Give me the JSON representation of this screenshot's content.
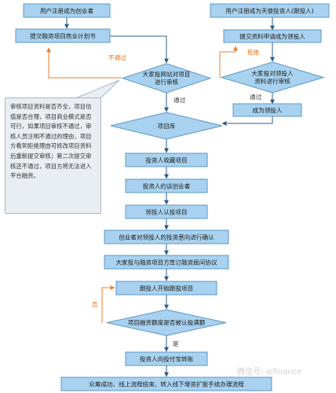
{
  "colors": {
    "box_fill": "#a8d2ef",
    "box_stroke": "#5b98c8",
    "arrow": "#2d5f86",
    "reject_arrow": "#f07d2a",
    "reject_text": "#e36c0a",
    "note_bg": "#e9eef3"
  },
  "nodes": {
    "n1": "用户注册成为创业者",
    "n2": "提交融资项目商业计划书",
    "n3_line1": "大家投网站对项目",
    "n3_line2": "进行审核",
    "n4": "项目库",
    "n5": "投资人收藏项目",
    "n6": "投资人约谈创业者",
    "n7": "领投人认投项目",
    "n8": "创业者对领投人的投资意向进行确认",
    "n9": "大家投与融资项目方签订融资居间协议",
    "n10": "跟投人开始跟投项目",
    "n11": "项目融资额度是否被认投满额",
    "n12": "投资人向投付宝转账",
    "n13": "众筹成功、线上流程结束、转入线下增资扩股手续办理流程",
    "r1": "用户注册成为天使投资人(跟投人)",
    "r2": "提交资料申请成为领投人",
    "r3_line1": "大家投对领投人",
    "r3_line2": "资料进行审核",
    "r4": "成为领投人"
  },
  "edge_labels": {
    "reject1": "不通过",
    "pass1": "通过",
    "reject2": "拒绝",
    "pass2": "通过",
    "no": "否",
    "yes": "是"
  },
  "note": {
    "text": "审核项目资料是否齐全，项目估值是否合理，项目商业模式是否可行，如果项目审核不通过，审核人员注明不通过的理由，项目方看到拒绝理由可修改项目资料后重新提交审核；第二次提交审核还不通过，项目方将无法进入平台融资。"
  },
  "watermark": "微信号: iefinance"
}
